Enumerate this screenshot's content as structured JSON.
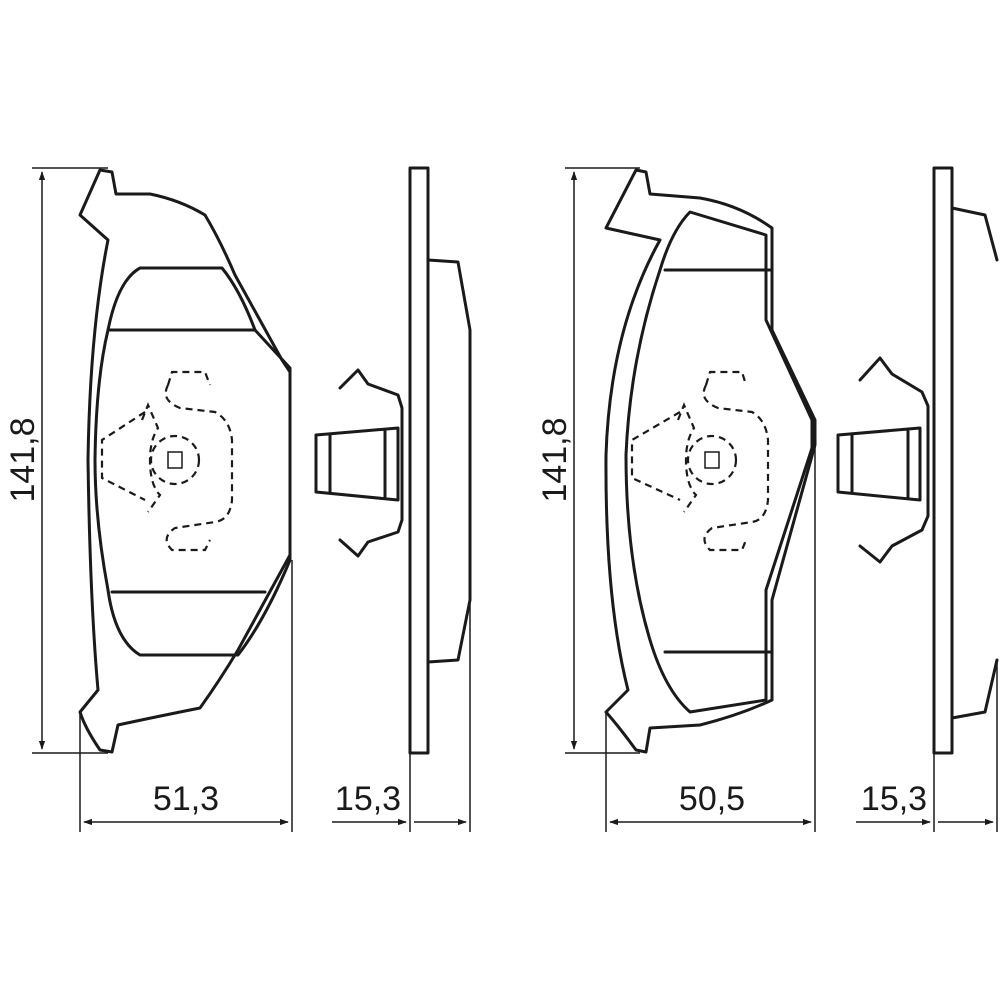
{
  "dimensions": {
    "left_pad": {
      "height": "141,8",
      "width": "51,3",
      "thickness": "15,3"
    },
    "right_pad": {
      "height": "141,8",
      "width": "50,5",
      "thickness": "15,3"
    }
  },
  "colors": {
    "line": "#1a1a1a",
    "background": "#ffffff"
  }
}
